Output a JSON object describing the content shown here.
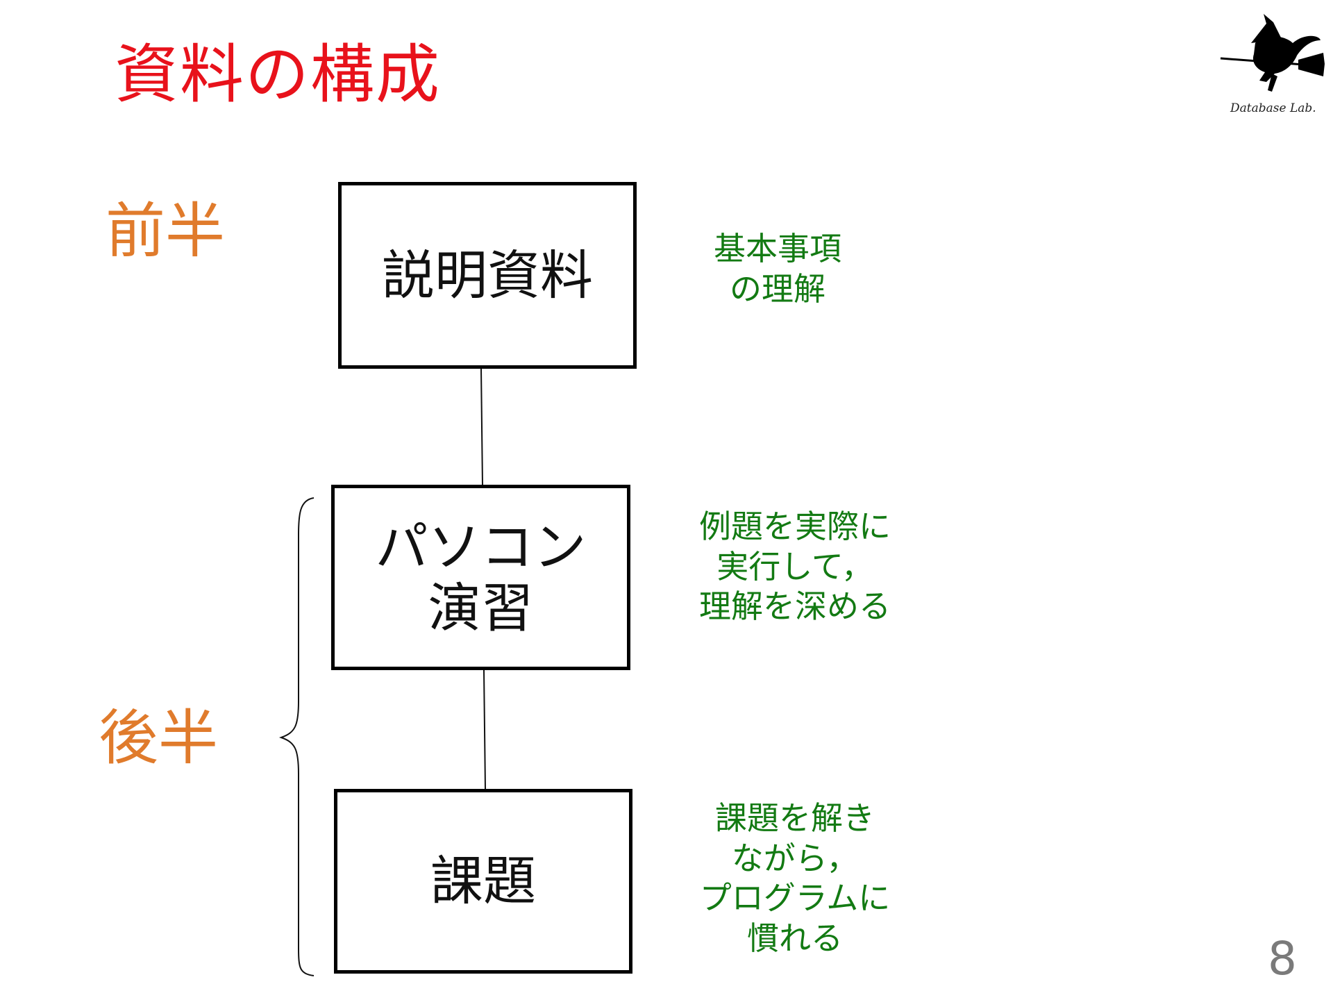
{
  "title": "資料の構成",
  "phases": {
    "first": "前半",
    "second": "後半"
  },
  "boxes": {
    "material": [
      "説明資料"
    ],
    "exercise": [
      "パソコン",
      "演習"
    ],
    "assignment": [
      "課題"
    ]
  },
  "notes": {
    "material": [
      "基本事項",
      "の理解"
    ],
    "exercise": [
      "例題を実際に",
      "実行して，",
      "理解を深める"
    ],
    "assignment": [
      "課題を解き",
      "ながら，",
      "プログラムに",
      "慣れる"
    ]
  },
  "logo": {
    "icon": "witch-on-broom-icon",
    "text": "Database Lab."
  },
  "page_number": "8",
  "colors": {
    "title": "#e8121b",
    "phase": "#e07b2c",
    "note": "#137a13",
    "box_border": "#000000",
    "page_number": "#7a7a7a"
  }
}
